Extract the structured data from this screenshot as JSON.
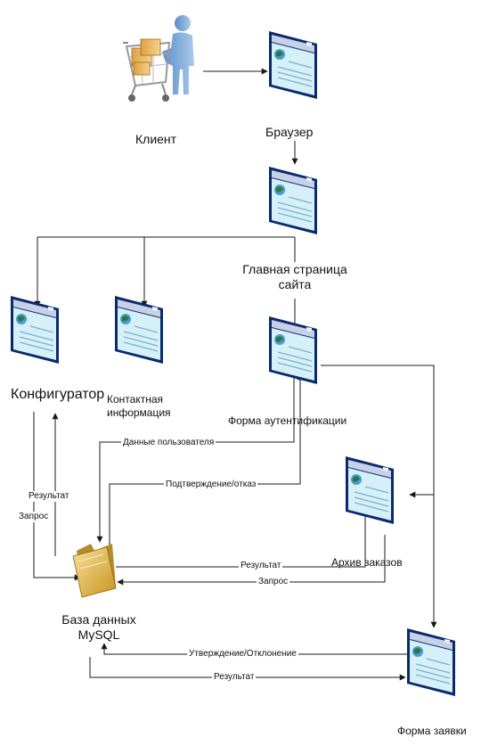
{
  "nodes": {
    "client": {
      "label": "Клиент",
      "icon": "shopper-with-cart-icon"
    },
    "browser": {
      "label": "Браузер",
      "icon": "web-page-icon"
    },
    "main_page": {
      "label": "Главная страница\nсайта",
      "icon": "web-page-icon"
    },
    "configurator": {
      "label": "Конфигуратор",
      "icon": "web-page-icon"
    },
    "contact_info": {
      "label": "Контактная\nинформация",
      "icon": "web-page-icon"
    },
    "auth_form": {
      "label": "Форма аутентификации",
      "icon": "web-page-icon"
    },
    "order_archive": {
      "label": "Архив заказов",
      "icon": "web-page-icon"
    },
    "database": {
      "label": "База данных\nMySQL",
      "icon": "folder-icon"
    },
    "request_form": {
      "label": "Форма заявки",
      "icon": "web-page-icon"
    }
  },
  "edges": {
    "user_data": "Данные пользователя",
    "confirm_reject": "Подтверждение/отказ",
    "config_result": "Результат",
    "config_request": "Запрос",
    "archive_result": "Результат",
    "archive_request": "Запрос",
    "approve_decline": "Утверждение/Отклонение",
    "form_result": "Результат"
  },
  "colors": {
    "line": "#1a1a1a",
    "page_frame": "#0a2a6e",
    "page_body": "#d6f0fa",
    "page_titlebar": "#c8d0e8",
    "folder": "#e8c25a",
    "globe": "#2a7a3a"
  }
}
